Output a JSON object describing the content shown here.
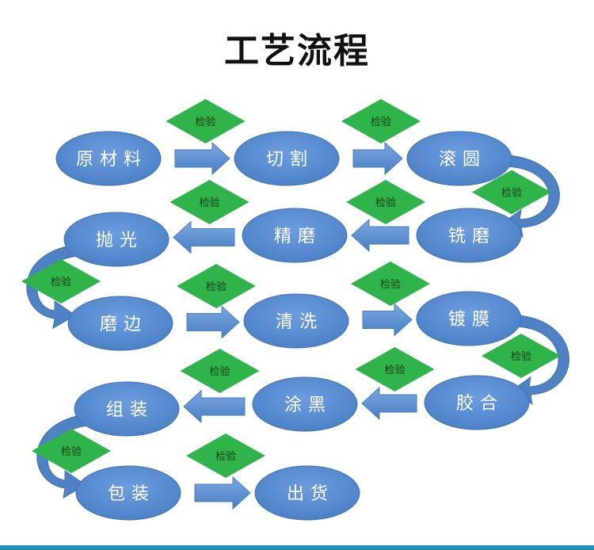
{
  "title": "工艺流程",
  "check_label": "检验",
  "colors": {
    "node_fill": "#5b8fd1",
    "node_stroke": "#3f73b5",
    "arrow_fill": "#5b8fd1",
    "diamond_fill": "#2fb34a",
    "curve_fill": "#4f82c4",
    "accent_bar": "#1d8fb8"
  },
  "steps": [
    {
      "id": "s1",
      "label": "原材料"
    },
    {
      "id": "s2",
      "label": "切割"
    },
    {
      "id": "s3",
      "label": "滚圆"
    },
    {
      "id": "s4",
      "label": "铣磨"
    },
    {
      "id": "s5",
      "label": "精磨"
    },
    {
      "id": "s6",
      "label": "抛光"
    },
    {
      "id": "s7",
      "label": "磨边"
    },
    {
      "id": "s8",
      "label": "清洗"
    },
    {
      "id": "s9",
      "label": "镀膜"
    },
    {
      "id": "s10",
      "label": "胶合"
    },
    {
      "id": "s11",
      "label": "涂黑"
    },
    {
      "id": "s12",
      "label": "组装"
    },
    {
      "id": "s13",
      "label": "包装"
    },
    {
      "id": "s14",
      "label": "出货"
    }
  ],
  "connections": [
    {
      "from": "s1",
      "to": "s2"
    },
    {
      "from": "s2",
      "to": "s3"
    },
    {
      "from": "s3",
      "to": "s4"
    },
    {
      "from": "s4",
      "to": "s5"
    },
    {
      "from": "s5",
      "to": "s6"
    },
    {
      "from": "s6",
      "to": "s7"
    },
    {
      "from": "s7",
      "to": "s8"
    },
    {
      "from": "s8",
      "to": "s9"
    },
    {
      "from": "s9",
      "to": "s10"
    },
    {
      "from": "s10",
      "to": "s11"
    },
    {
      "from": "s11",
      "to": "s12"
    },
    {
      "from": "s12",
      "to": "s13"
    },
    {
      "from": "s13",
      "to": "s14"
    }
  ]
}
